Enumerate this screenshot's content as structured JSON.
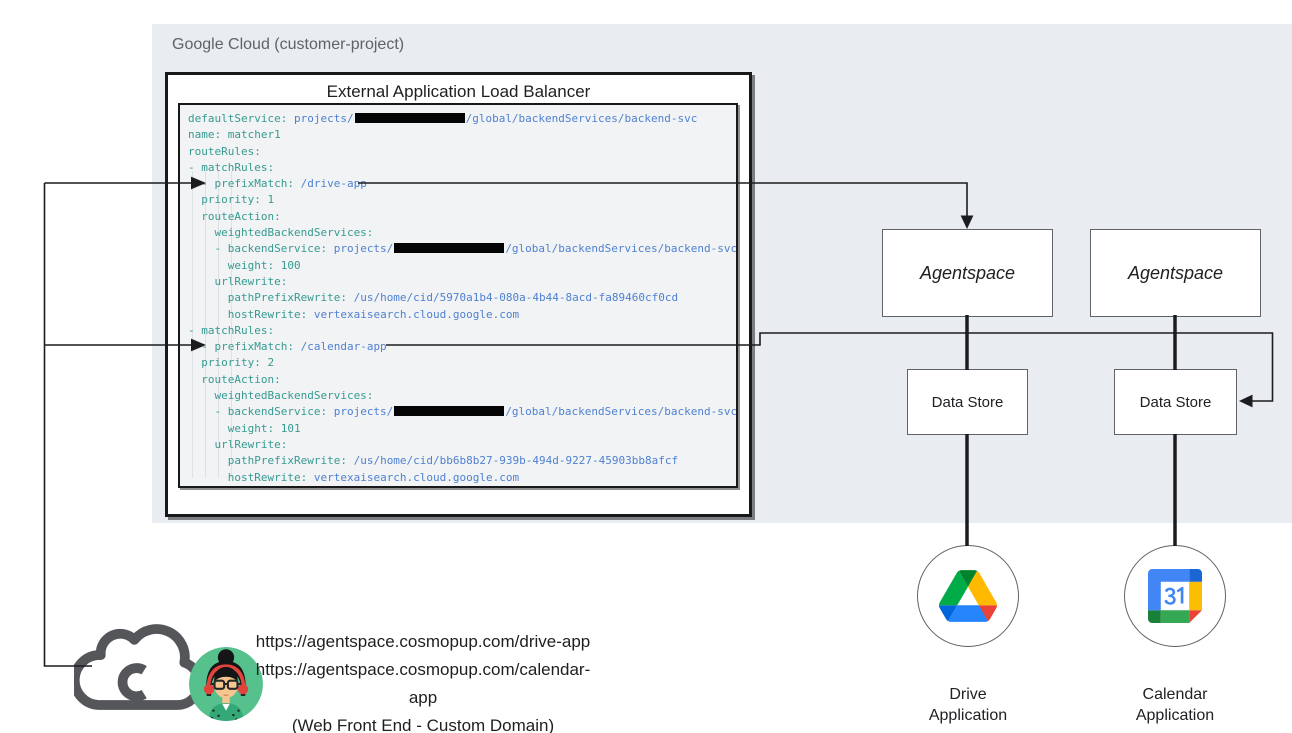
{
  "gcp": {
    "label": "Google Cloud (customer-project)"
  },
  "lb": {
    "title": "External Application Load Balancer"
  },
  "code": {
    "lines": [
      [
        {
          "c": "key",
          "t": "defaultService:"
        },
        {
          "c": "val",
          "t": " projects/"
        },
        {
          "c": "redact",
          "t": ""
        },
        {
          "c": "val",
          "t": "/global/backendServices/backend-svc"
        }
      ],
      [
        {
          "c": "key",
          "t": "name:"
        },
        {
          "c": "num",
          "t": " matcher1"
        }
      ],
      [
        {
          "c": "key",
          "t": "routeRules:"
        }
      ],
      [
        {
          "c": "key",
          "t": "- matchRules:"
        }
      ],
      [
        {
          "c": "key",
          "t": "  - prefixMatch:"
        },
        {
          "c": "val",
          "t": " /drive-app"
        }
      ],
      [
        {
          "c": "key",
          "t": "  priority:"
        },
        {
          "c": "num",
          "t": " 1"
        }
      ],
      [
        {
          "c": "key",
          "t": "  routeAction:"
        }
      ],
      [
        {
          "c": "key",
          "t": "    weightedBackendServices:"
        }
      ],
      [
        {
          "c": "key",
          "t": "    - backendService:"
        },
        {
          "c": "val",
          "t": " projects/"
        },
        {
          "c": "redact",
          "t": ""
        },
        {
          "c": "val",
          "t": "/global/backendServices/backend-svc"
        }
      ],
      [
        {
          "c": "key",
          "t": "      weight:"
        },
        {
          "c": "num",
          "t": " 100"
        }
      ],
      [
        {
          "c": "key",
          "t": "    urlRewrite:"
        }
      ],
      [
        {
          "c": "key",
          "t": "      pathPrefixRewrite:"
        },
        {
          "c": "val",
          "t": " /us/home/cid/5970a1b4-080a-4b44-8acd-fa89460cf0cd"
        }
      ],
      [
        {
          "c": "key",
          "t": "      hostRewrite:"
        },
        {
          "c": "val",
          "t": " vertexaisearch.cloud.google.com"
        }
      ],
      [
        {
          "c": "key",
          "t": "- matchRules:"
        }
      ],
      [
        {
          "c": "key",
          "t": "  - prefixMatch:"
        },
        {
          "c": "val",
          "t": " /calendar-app"
        }
      ],
      [
        {
          "c": "key",
          "t": "  priority:"
        },
        {
          "c": "num",
          "t": " 2"
        }
      ],
      [
        {
          "c": "key",
          "t": "  routeAction:"
        }
      ],
      [
        {
          "c": "key",
          "t": "    weightedBackendServices:"
        }
      ],
      [
        {
          "c": "key",
          "t": "    - backendService:"
        },
        {
          "c": "val",
          "t": " projects/"
        },
        {
          "c": "redact",
          "t": ""
        },
        {
          "c": "val",
          "t": "/global/backendServices/backend-svc"
        }
      ],
      [
        {
          "c": "key",
          "t": "      weight:"
        },
        {
          "c": "num",
          "t": " 101"
        }
      ],
      [
        {
          "c": "key",
          "t": "    urlRewrite:"
        }
      ],
      [
        {
          "c": "key",
          "t": "      pathPrefixRewrite:"
        },
        {
          "c": "val",
          "t": " /us/home/cid/bb6b8b27-939b-494d-9227-45903bb8afcf"
        }
      ],
      [
        {
          "c": "key",
          "t": "      hostRewrite:"
        },
        {
          "c": "val",
          "t": " vertexaisearch.cloud.google.com"
        }
      ]
    ]
  },
  "boxes": {
    "agentspace": "Agentspace",
    "datastore": "Data Store"
  },
  "apps": {
    "drive": "Drive\nApplication",
    "calendar": "Calendar\nApplication"
  },
  "frontend": {
    "url_drive": "https://agentspace.cosmopup.com/drive-app",
    "url_calendar": "https://agentspace.cosmopup.com/calendar-app",
    "caption": "(Web Front End - Custom Domain)"
  },
  "colors": {
    "yaml_key": "#379a92",
    "yaml_value": "#5081d1",
    "container_bg": "#e9edf1",
    "code_bg": "#f1f3f4"
  }
}
